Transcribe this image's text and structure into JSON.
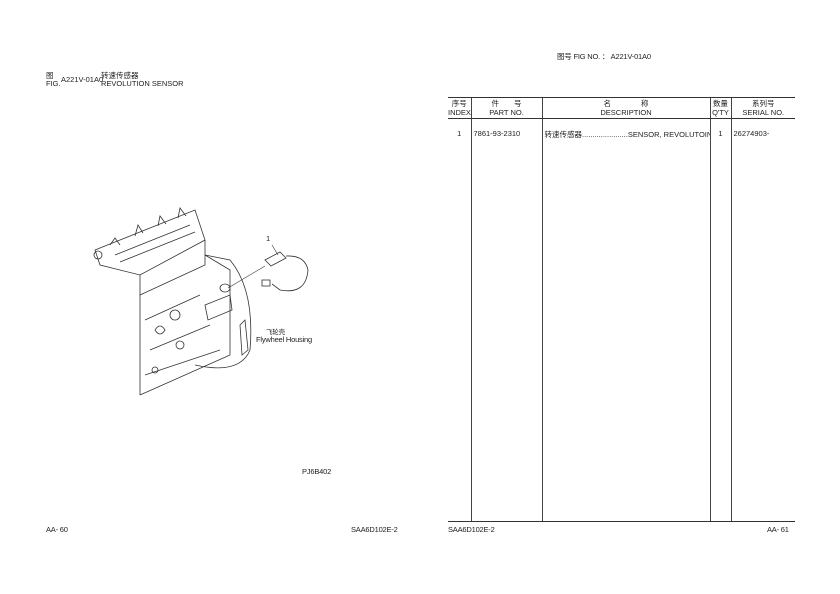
{
  "left_page": {
    "fig_label_cn": "图",
    "fig_label_en": "FIG.",
    "fig_no": "A221V-01A0",
    "title_cn": "转速传感器",
    "title_en": "REVOLUTION SENSOR",
    "illustration": {
      "callout": "1",
      "housing_cn": "飞轮壳",
      "housing_en": "Flywheel Housing",
      "drawing_id": "PJ6B402"
    },
    "footer_left": "AA- 60",
    "footer_right": "SAA6D102E-2"
  },
  "right_page": {
    "fig_no_label": "图号  FIG NO.  ：",
    "fig_no": "A221V-01A0",
    "table": {
      "headers": [
        {
          "cn": "序号",
          "en": "INDEX"
        },
        {
          "cn": "件　　号",
          "en": "PART NO."
        },
        {
          "cn": "名　　　　称",
          "en": "DESCRIPTION"
        },
        {
          "cn": "数量",
          "en": "Q'TY"
        },
        {
          "cn": "系列号",
          "en": "SERIAL NO."
        }
      ],
      "rows": [
        {
          "index": "1",
          "part_no": "7861-93-2310",
          "desc_cn": "转速传感器",
          "desc_dots": "......................",
          "desc_en": "SENSOR, REVOLUTOIN",
          "qty": "1",
          "serial": "26274903-"
        }
      ]
    },
    "footer_left": "SAA6D102E-2",
    "footer_right": "AA- 61"
  }
}
